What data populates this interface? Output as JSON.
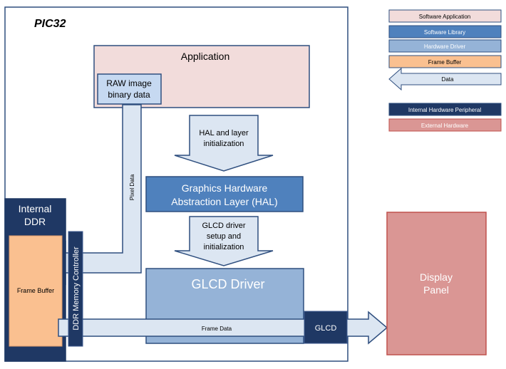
{
  "chip": {
    "title": "PIC32"
  },
  "blocks": {
    "application": "Application",
    "raw_image_line1": "RAW image",
    "raw_image_line2": "binary data",
    "hal_line1": "Graphics Hardware",
    "hal_line2": "Abstraction Layer (HAL)",
    "glcd_driver": "GLCD Driver",
    "glcd": "GLCD",
    "internal_ddr_line1": "Internal",
    "internal_ddr_line2": "DDR",
    "frame_buffer": "Frame Buffer",
    "ddr_memory_controller": "DDR Memory Controller",
    "display_panel_line1": "Display",
    "display_panel_line2": "Panel"
  },
  "arrows": {
    "hal_init_line1": "HAL and layer",
    "hal_init_line2": "initialization",
    "glcd_setup_line1": "GLCD driver",
    "glcd_setup_line2": "setup and",
    "glcd_setup_line3": "initialization",
    "pixel_data": "Pixel Data",
    "frame_data": "Frame Data"
  },
  "legend": [
    {
      "label": "Software Application",
      "color": "#f2dcdb"
    },
    {
      "label": "Software Library",
      "color": "#4f81bd"
    },
    {
      "label": "Hardware Driver",
      "color": "#95b3d7"
    },
    {
      "label": "Frame Buffer",
      "color": "#fac090"
    },
    {
      "label": "Data",
      "color": "#dce6f2"
    },
    {
      "label": "Internal Hardware Peripheral",
      "color": "#1f3864"
    },
    {
      "label": "External Hardware",
      "color": "#da9694"
    }
  ]
}
